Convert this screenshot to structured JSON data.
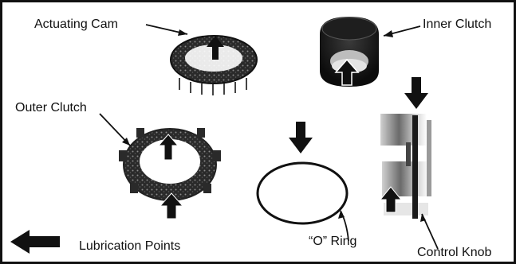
{
  "labels": {
    "actuating_cam": "Actuating Cam",
    "inner_clutch": "Inner Clutch",
    "outer_clutch": "Outer Clutch",
    "o_ring": "“O” Ring",
    "control_knob": "Control Knob"
  },
  "legend": {
    "text": "Lubrication Points",
    "icon": "lubrication-point-arrow-icon"
  },
  "colors": {
    "ink": "#111111",
    "mid_gray": "#6d6d6d",
    "light_gray": "#c8c8c8",
    "background": "#ffffff"
  }
}
